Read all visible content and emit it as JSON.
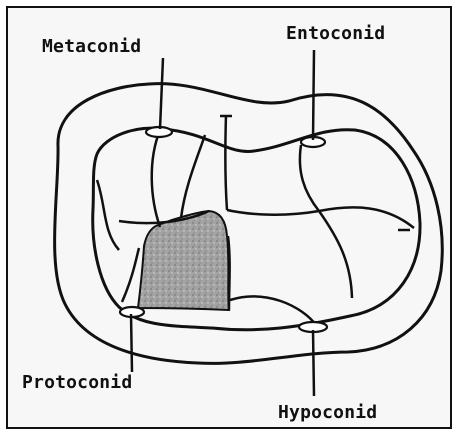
{
  "labels": {
    "metaconid": "Metaconid",
    "entoconid": "Entoconid",
    "protoconid": "Protoconid",
    "hypoconid": "Hypoconid"
  },
  "colors": {
    "line": "#111111",
    "shade": "#9a9a9a",
    "background": "#f7f7f7"
  }
}
